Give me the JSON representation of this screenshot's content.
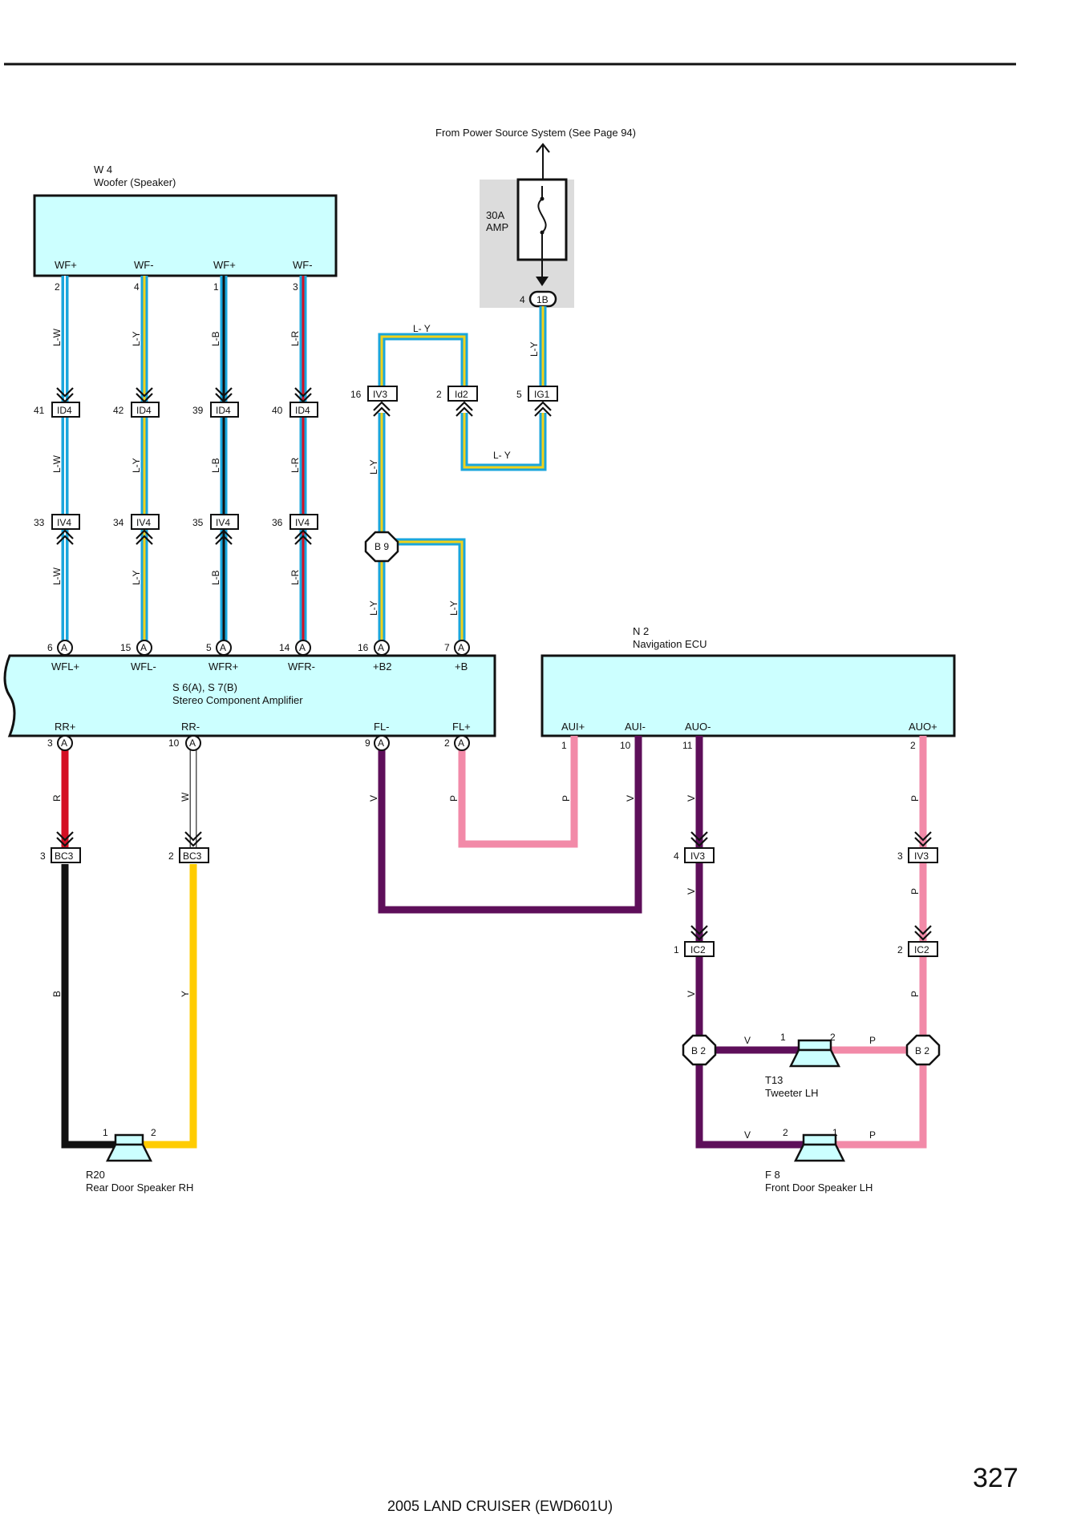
{
  "header": {
    "source_note": "From Power Source System (See Page 94)"
  },
  "fuse": {
    "rating": "30A",
    "unit": "AMP",
    "pin": "4",
    "connector": "1B"
  },
  "woofer": {
    "id": "W 4",
    "name": "Woofer (Speaker)",
    "terminals": [
      "WF+",
      "WF-",
      "WF+",
      "WF-"
    ],
    "pins": [
      "2",
      "4",
      "1",
      "3"
    ]
  },
  "woofer_wires": {
    "colors": [
      "L-W",
      "L-Y",
      "L-B",
      "L-R"
    ],
    "id4": {
      "pins": [
        "41",
        "42",
        "39",
        "40"
      ],
      "label": "ID4"
    },
    "iv4": {
      "pins": [
        "33",
        "34",
        "35",
        "36"
      ],
      "label": "IV4"
    }
  },
  "power_path": {
    "wire_color": "L- Y",
    "iv3": {
      "pin": "16",
      "label": "IV3"
    },
    "id2": {
      "pin": "2",
      "label": "Id2"
    },
    "ig1": {
      "pin": "5",
      "label": "IG1"
    },
    "splice": "B 9",
    "vertical_labels": [
      "L-Y",
      "L-Y",
      "L-Y",
      "L-Y"
    ]
  },
  "amplifier": {
    "id": "S 6(A), S 7(B)",
    "name": "Stereo Component Amplifier",
    "top_pins": [
      "6",
      "15",
      "5",
      "14",
      "16",
      "7"
    ],
    "top_terms": [
      "WFL+",
      "WFL-",
      "WFR+",
      "WFR-",
      "+B2",
      "+B"
    ],
    "bottom_pins": [
      "3",
      "10",
      "9",
      "2"
    ],
    "bottom_terms": [
      "RR+",
      "RR-",
      "FL-",
      "FL+"
    ],
    "connector": "A"
  },
  "nav": {
    "id": "N 2",
    "name": "Navigation ECU",
    "terms": [
      "AUI+",
      "AUI-",
      "AUO-",
      "AUO+"
    ],
    "pins": [
      "1",
      "10",
      "11",
      "2"
    ]
  },
  "wire_letters": {
    "rr_plus": "R",
    "rr_minus": "W",
    "fl_minus": "V",
    "fl_plus": "P",
    "aui_plus": "P",
    "aui_minus": "V",
    "auo_minus": "V",
    "auo_plus": "P",
    "black": "B",
    "yellow": "Y"
  },
  "bc3": {
    "label": "BC3",
    "pins": [
      "3",
      "2"
    ]
  },
  "iv3_right": {
    "label": "IV3",
    "pins": [
      "4",
      "3"
    ]
  },
  "ic2": {
    "label": "IC2",
    "pins": [
      "1",
      "2"
    ]
  },
  "splice_b2": "B 2",
  "tweeter": {
    "id": "T13",
    "name": "Tweeter LH",
    "pins": [
      "1",
      "2"
    ]
  },
  "front_speaker": {
    "id": "F 8",
    "name": "Front Door Speaker LH",
    "pins": [
      "2",
      "1"
    ]
  },
  "rear_speaker": {
    "id": "R20",
    "name": "Rear Door Speaker RH",
    "pins": [
      "1",
      "2"
    ]
  },
  "footer": {
    "page_number": "327",
    "model": "2005 LAND CRUISER (EWD601U)"
  },
  "colors": {
    "L": "#1aa6dc",
    "Y": "#f2d21a",
    "W": "#ffffff",
    "B": "#111111",
    "R": "#d40f23",
    "V": "#5e0f5a",
    "P": "#f28aa8",
    "box": "#ccffff"
  }
}
